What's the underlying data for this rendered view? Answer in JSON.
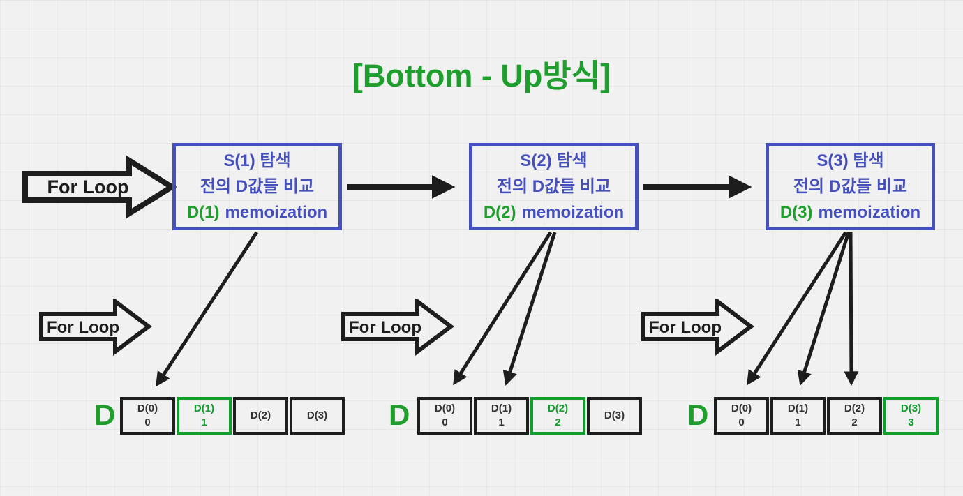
{
  "title": "[Bottom - Up방식]",
  "big_for_loop_label": "For Loop",
  "colors": {
    "green": "#1f9e2e",
    "blue": "#4650bd",
    "arrow_black": "#1d1d1d",
    "background": "#f1f1f2"
  },
  "groups": [
    {
      "step_box": {
        "line1": "S(1) 탐색",
        "line2": "전의 D값들 비교",
        "memo_ref": "D(1)",
        "memo_text": "memoization"
      },
      "for_loop_label": "For Loop",
      "array_label": "D",
      "cells": [
        {
          "name": "D(0)",
          "value": "0",
          "highlighted": false
        },
        {
          "name": "D(1)",
          "value": "1",
          "highlighted": true
        },
        {
          "name": "D(2)",
          "value": "",
          "highlighted": false
        },
        {
          "name": "D(3)",
          "value": "",
          "highlighted": false
        }
      ]
    },
    {
      "step_box": {
        "line1": "S(2) 탐색",
        "line2": "전의 D값들 비교",
        "memo_ref": "D(2)",
        "memo_text": "memoization"
      },
      "for_loop_label": "For Loop",
      "array_label": "D",
      "cells": [
        {
          "name": "D(0)",
          "value": "0",
          "highlighted": false
        },
        {
          "name": "D(1)",
          "value": "1",
          "highlighted": false
        },
        {
          "name": "D(2)",
          "value": "2",
          "highlighted": true
        },
        {
          "name": "D(3)",
          "value": "",
          "highlighted": false
        }
      ]
    },
    {
      "step_box": {
        "line1": "S(3) 탐색",
        "line2": "전의 D값들 비교",
        "memo_ref": "D(3)",
        "memo_text": "memoization"
      },
      "for_loop_label": "For Loop",
      "array_label": "D",
      "cells": [
        {
          "name": "D(0)",
          "value": "0",
          "highlighted": false
        },
        {
          "name": "D(1)",
          "value": "1",
          "highlighted": false
        },
        {
          "name": "D(2)",
          "value": "2",
          "highlighted": false
        },
        {
          "name": "D(3)",
          "value": "3",
          "highlighted": true
        }
      ]
    }
  ]
}
